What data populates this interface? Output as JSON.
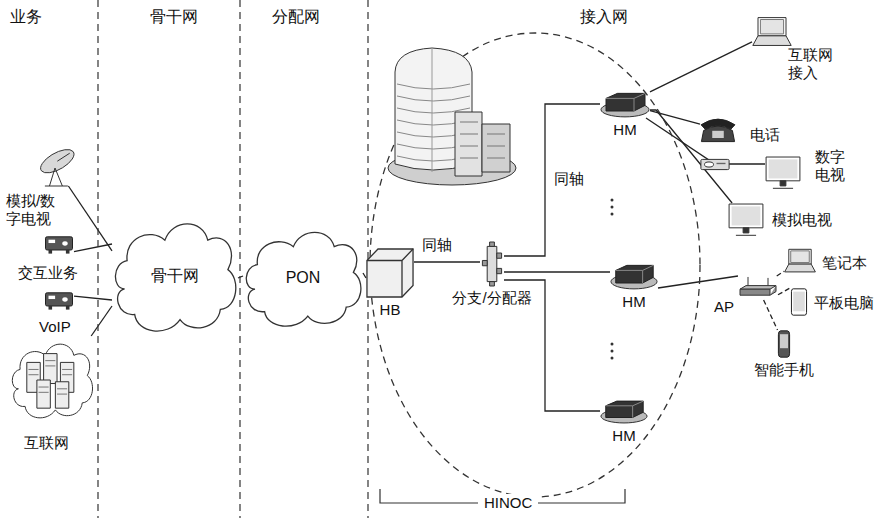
{
  "diagram": {
    "nodes": [
      {
        "text": [
          "模拟/数字电视"
        ]
      },
      {
        "text": [
          "交互业务"
        ]
      },
      {
        "text": [
          "VoIP"
        ]
      },
      {
        "text": [
          "互联网"
        ]
      },
      {
        "text": [
          "骨干网"
        ]
      },
      {
        "text": [
          "PON"
        ]
      },
      {
        "text": [
          "HB"
        ]
      },
      {
        "text": [
          "分支/分配器"
        ]
      },
      {
        "text": [
          "HM"
        ]
      },
      {
        "text": [
          "互联网接入"
        ]
      },
      {
        "text": [
          "电话"
        ]
      },
      {
        "text": [
          "数字电视"
        ]
      },
      {
        "text": [
          "模拟电视"
        ]
      },
      {
        "text": [
          "HM"
        ]
      },
      {
        "text": [
          "AP"
        ]
      },
      {
        "text": [
          "笔记本"
        ]
      },
      {
        "text": [
          "平板电脑"
        ]
      },
      {
        "text": [
          "智能手机"
        ]
      },
      {
        "text": [
          "HM"
        ]
      }
    ],
    "edges": [
      {
        "from": 0,
        "to": 4,
        "arrow": "none"
      },
      {
        "from": 1,
        "to": 4,
        "arrow": "none"
      },
      {
        "from": 2,
        "to": 4,
        "arrow": "none"
      },
      {
        "from": 3,
        "to": 4,
        "arrow": "none"
      },
      {
        "from": 4,
        "to": 5,
        "arrow": "none"
      },
      {
        "from": 5,
        "to": 6,
        "arrow": "none"
      },
      {
        "from": 6,
        "to": 7,
        "label": "同轴",
        "arrow": "none"
      },
      {
        "from": 7,
        "to": 8,
        "label": "同轴",
        "arrow": "none"
      },
      {
        "from": 7,
        "to": 13,
        "arrow": "none"
      },
      {
        "from": 7,
        "to": 18,
        "arrow": "none"
      },
      {
        "from": 8,
        "to": 9,
        "arrow": "none"
      },
      {
        "from": 8,
        "to": 10,
        "arrow": "none"
      },
      {
        "from": 8,
        "to": 11,
        "arrow": "none"
      },
      {
        "from": 8,
        "to": 12,
        "arrow": "none"
      },
      {
        "from": 13,
        "to": 14,
        "arrow": "none"
      },
      {
        "from": 14,
        "to": 15,
        "arrow": "none"
      },
      {
        "from": 14,
        "to": 16,
        "arrow": "none"
      },
      {
        "from": 14,
        "to": 17,
        "arrow": "none"
      }
    ],
    "labels": [
      "业务",
      "骨干网",
      "分配网",
      "接入网",
      "HINOC"
    ]
  }
}
